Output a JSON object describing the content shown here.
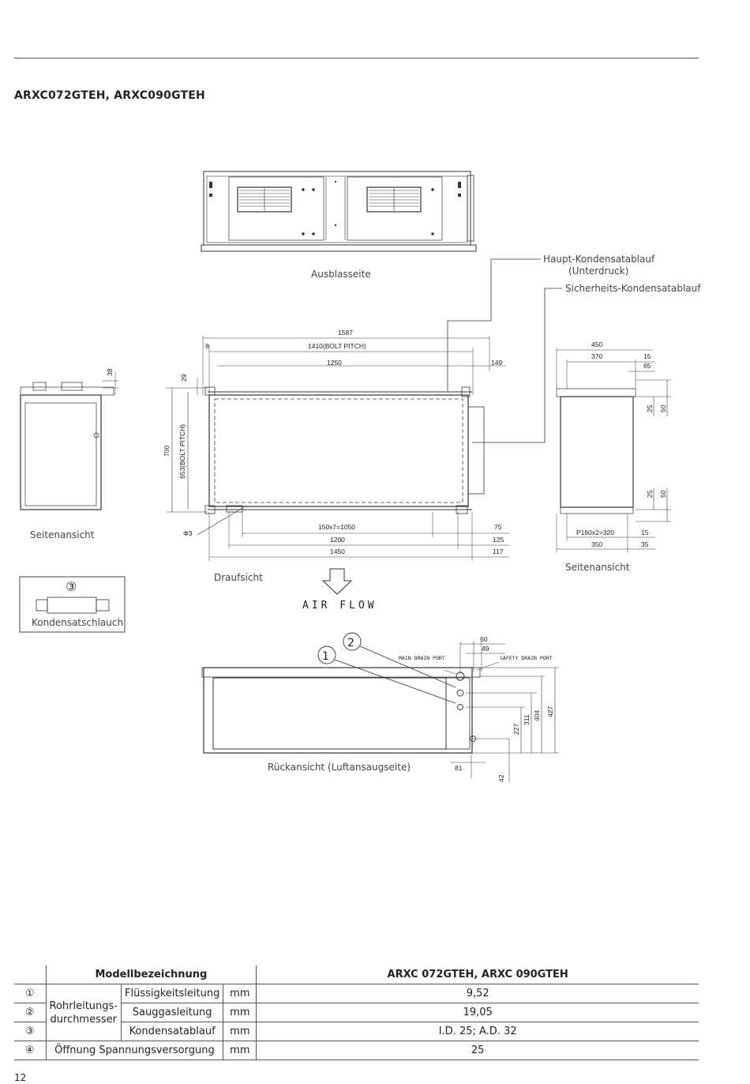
{
  "header": {
    "title": "ARXC072GTEH, ARXC090GTEH"
  },
  "labels": {
    "ausblasseite": "Ausblasseite",
    "haupt_line1": "Haupt-Kondensatablauf",
    "haupt_line2": "(Unterdruck)",
    "sicherheit": "Sicherheits-Kondensatablauf",
    "seitenansicht_left": "Seitenansicht",
    "seitenansicht_right": "Seitenansicht",
    "draufsicht": "Draufsicht",
    "air_flow": "AIR FLOW",
    "kondensatschlauch": "Kondensatschlauch",
    "rueckansicht": "Rückansicht (Luftansaugseite)",
    "main_drain_port": "MAIN DRAIN PORT",
    "safety_drain_port": "SAFETY DRAIN PORT",
    "circle1": "1",
    "circle2": "2",
    "circle3": "③"
  },
  "dimensions": {
    "d1587": "1587",
    "d8": "8",
    "d1410": "1410(BOLT PITCH)",
    "d1250": "1250",
    "d149": "149",
    "d29": "29",
    "d38": "38",
    "d700": "700",
    "d653": "653(BOLT PITCH)",
    "phi3": "Φ3",
    "d150x7": "150x7=1050",
    "d75": "75",
    "d1200": "1200",
    "d125": "125",
    "d1450": "1450",
    "d117": "117",
    "d450": "450",
    "d370": "370",
    "d15a": "15",
    "d65": "65",
    "d25a": "25",
    "d50a": "50",
    "d25b": "25",
    "d50b": "50",
    "dP160": "P160x2=320",
    "d15b": "15",
    "d350": "350",
    "d35": "35",
    "d60": "60",
    "d49": "49",
    "d227": "227",
    "d311": "311",
    "d404": "404",
    "d427": "427",
    "d81": "81",
    "d42": "42"
  },
  "table": {
    "header_model": "Modellbezeichnung",
    "header_value": "ARXC 072GTEH, ARXC 090GTEH",
    "group_line1": "Rohrleitungs-",
    "group_line2": "durchmesser",
    "rows": [
      {
        "num": "①",
        "label": "Flüssigkeitsleitung",
        "unit": "mm",
        "value": "9,52"
      },
      {
        "num": "②",
        "label": "Sauggasleitung",
        "unit": "mm",
        "value": "19,05"
      },
      {
        "num": "③",
        "label": "Kondensatablauf",
        "unit": "mm",
        "value": "I.D. 25; A.D. 32"
      },
      {
        "num": "④",
        "label": "Öffnung Spannungsversorgung",
        "unit": "mm",
        "value": "25"
      }
    ]
  },
  "footer": {
    "page_number": "12"
  }
}
